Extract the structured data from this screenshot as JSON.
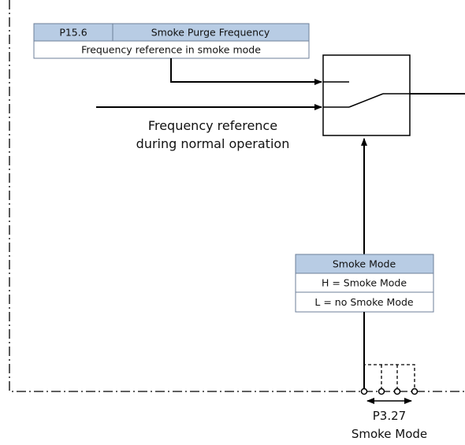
{
  "param_box": {
    "code": "P15.6",
    "name": "Smoke Purge Frequency",
    "description": "Frequency reference in smoke mode"
  },
  "normal_reference": {
    "line1": "Frequency reference",
    "line2": "during normal operation"
  },
  "mode_box": {
    "title": "Smoke Mode",
    "high": "H = Smoke Mode",
    "low": "L = no Smoke Mode"
  },
  "input_selector": {
    "code": "P3.27",
    "name": "Smoke Mode"
  },
  "colors": {
    "header_fill": "#b8cce4",
    "line": "#000000",
    "box_border": "#6d7f99"
  }
}
